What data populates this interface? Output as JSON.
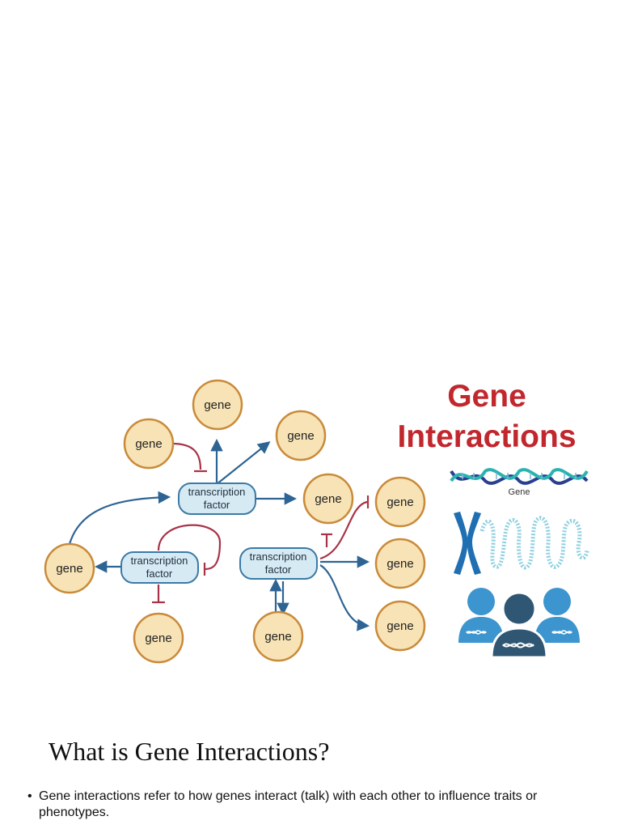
{
  "diagram": {
    "gene_label": "gene",
    "transcription_factor_label": [
      "transcription",
      "factor"
    ]
  },
  "title_panel": {
    "title_lines": [
      "Gene",
      "Interactions"
    ],
    "dna_caption": "Gene",
    "icons": [
      "dna-helix-icon",
      "chromosome-icon",
      "people-dna-icon"
    ],
    "colors": {
      "title": "#c1272d",
      "people": "#3c95cf",
      "people_dark": "#2f5673"
    }
  },
  "heading": "What is Gene Interactions?",
  "bullets": [
    "Gene interactions refer to how genes interact (talk) with each other to influence traits or phenotypes."
  ],
  "bullet_glyph": "•"
}
